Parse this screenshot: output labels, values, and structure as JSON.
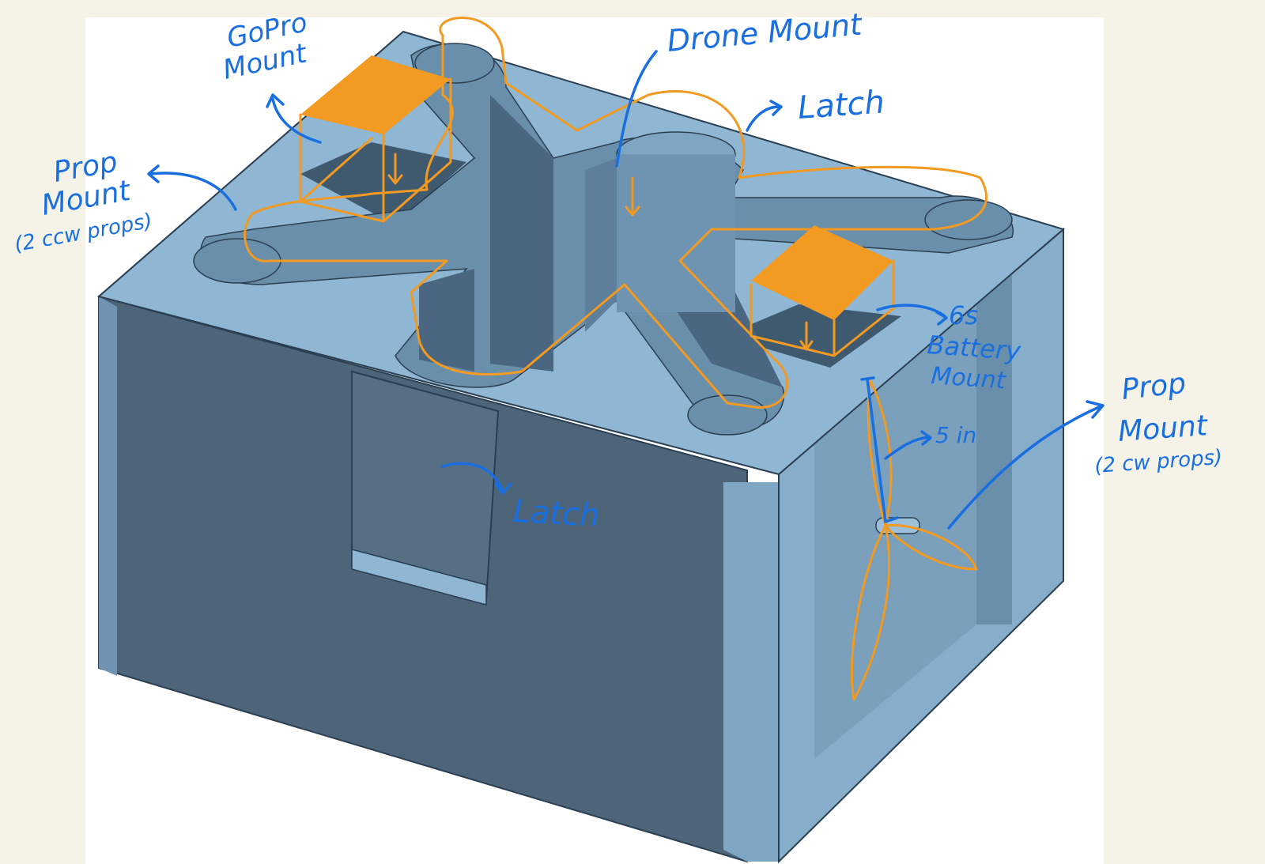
{
  "annotations": {
    "gopro_mount": [
      "GoPro",
      "Mount"
    ],
    "drone_mount": "Drone Mount",
    "latch_top": "Latch",
    "prop_mount_left": [
      "Prop",
      "Mount",
      "(2 ccw props)"
    ],
    "battery_mount": [
      "6s",
      "Battery",
      "Mount"
    ],
    "prop_size": "5 in",
    "prop_mount_right": [
      "Prop",
      "Mount",
      "(2 cw props)"
    ],
    "latch_front": "Latch"
  },
  "colors": {
    "background": "#f5f3e8",
    "panel": "#ffffff",
    "model_top": "#8fb7d3",
    "model_side_dark": "#4d6479",
    "model_side_light": "#7fa6c3",
    "pocket_dark": "#3f596e",
    "edge": "#2a3f52",
    "sketch_orange": "#f29a22",
    "ink_blue": "#1a6fe0"
  }
}
